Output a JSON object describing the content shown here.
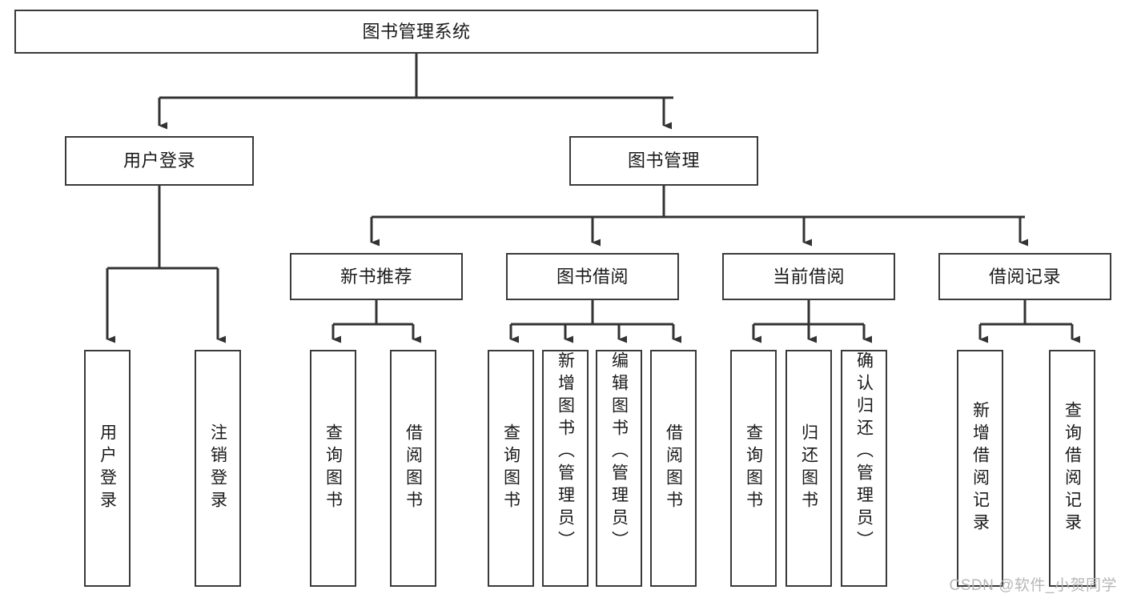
{
  "diagram": {
    "title": "图书管理系统",
    "type": "tree-hierarchy-diagram",
    "colors": {
      "box_border": "#3a3a3a",
      "box_fill": "#ffffff",
      "connector": "#333333",
      "text": "#1a1a1a",
      "watermark": "#b7b7b7"
    },
    "root": {
      "label": "图书管理系统"
    },
    "level2": [
      {
        "label": "用户登录"
      },
      {
        "label": "图书管理"
      }
    ],
    "level3": [
      {
        "label": "新书推荐"
      },
      {
        "label": "图书借阅"
      },
      {
        "label": "当前借阅"
      },
      {
        "label": "借阅记录"
      }
    ],
    "leaves": {
      "user_login": [
        {
          "label": "用户登录"
        },
        {
          "label": "注销登录"
        }
      ],
      "new_book": [
        {
          "label": "查询图书"
        },
        {
          "label": "借阅图书"
        }
      ],
      "book_borrow": [
        {
          "label": "查询图书"
        },
        {
          "label": "新增图书（管理员）"
        },
        {
          "label": "编辑图书（管理员）"
        },
        {
          "label": "借阅图书"
        }
      ],
      "current_borrow": [
        {
          "label": "查询图书"
        },
        {
          "label": "归还图书"
        },
        {
          "label": "确认归还（管理员）"
        }
      ],
      "borrow_record": [
        {
          "label": "新增借阅记录"
        },
        {
          "label": "查询借阅记录"
        }
      ]
    }
  },
  "watermark": {
    "text": "CSDN @软件_小贺同学"
  }
}
